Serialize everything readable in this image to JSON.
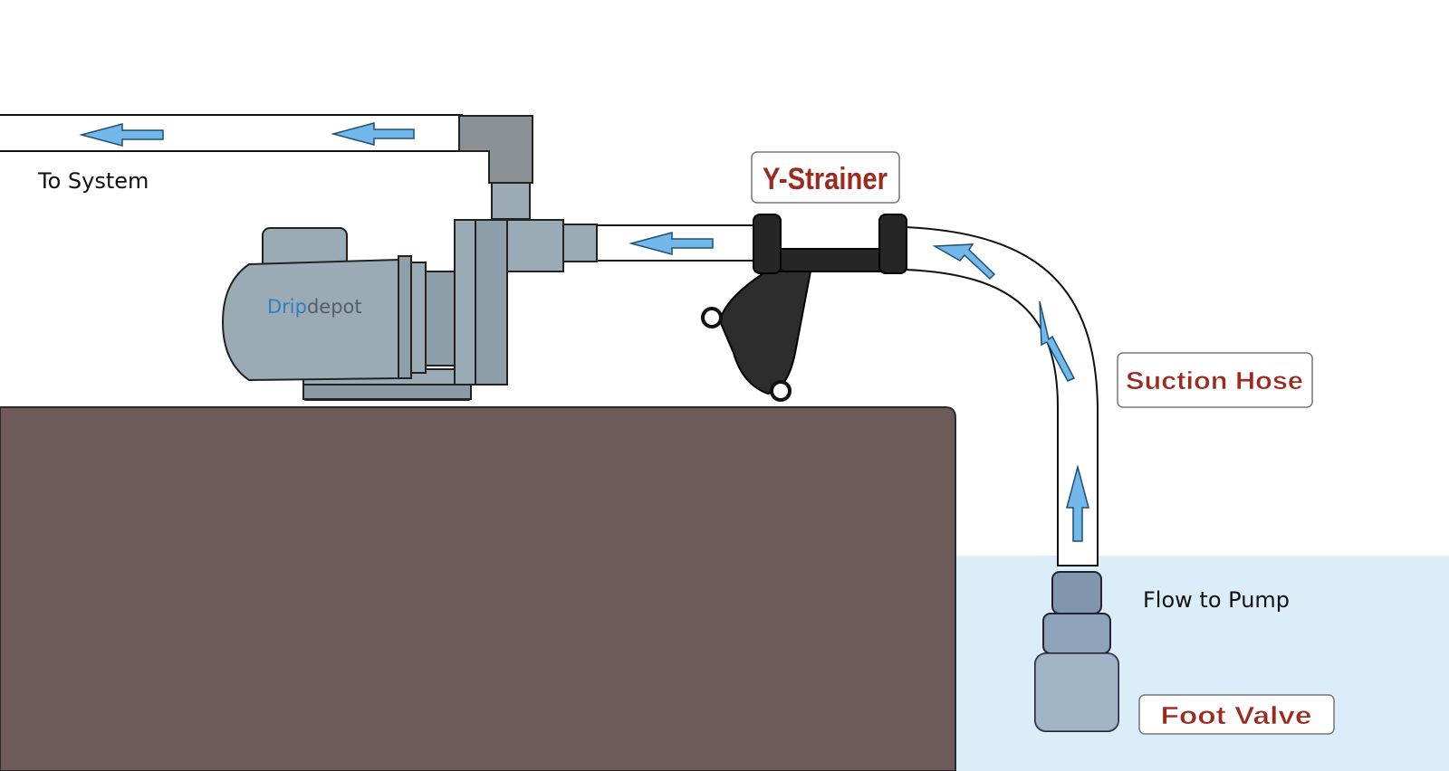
{
  "labels": {
    "to_system": "To System",
    "y_strainer": "Y-Strainer",
    "suction_hose": "Suction Hose",
    "flow_to_pump": "Flow to Pump",
    "foot_valve": "Foot Valve"
  },
  "logo": {
    "brand_prefix": "Drip",
    "brand_suffix": "depot"
  },
  "colors": {
    "ground": "#6e5b59",
    "water": "#dcedfa",
    "arrow": "#72b8ea",
    "callout_text": "#9b2a1f",
    "pump_body": "#9aabb6",
    "strainer": "#262626",
    "brand_blue": "#2f7fc0",
    "brand_gray": "#555f66"
  }
}
